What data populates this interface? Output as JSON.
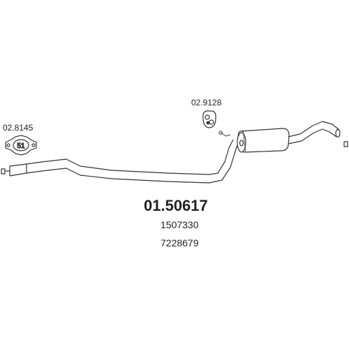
{
  "colors": {
    "line": "#333333",
    "text": "#222222",
    "background": "#ffffff"
  },
  "parts": {
    "clamp_left": {
      "part_no": "02.8145",
      "size": "51"
    },
    "hanger": {
      "part_no": "02.9128"
    },
    "main": {
      "part_no": "01.50617"
    },
    "oem": [
      "1507330",
      "7228679"
    ]
  }
}
